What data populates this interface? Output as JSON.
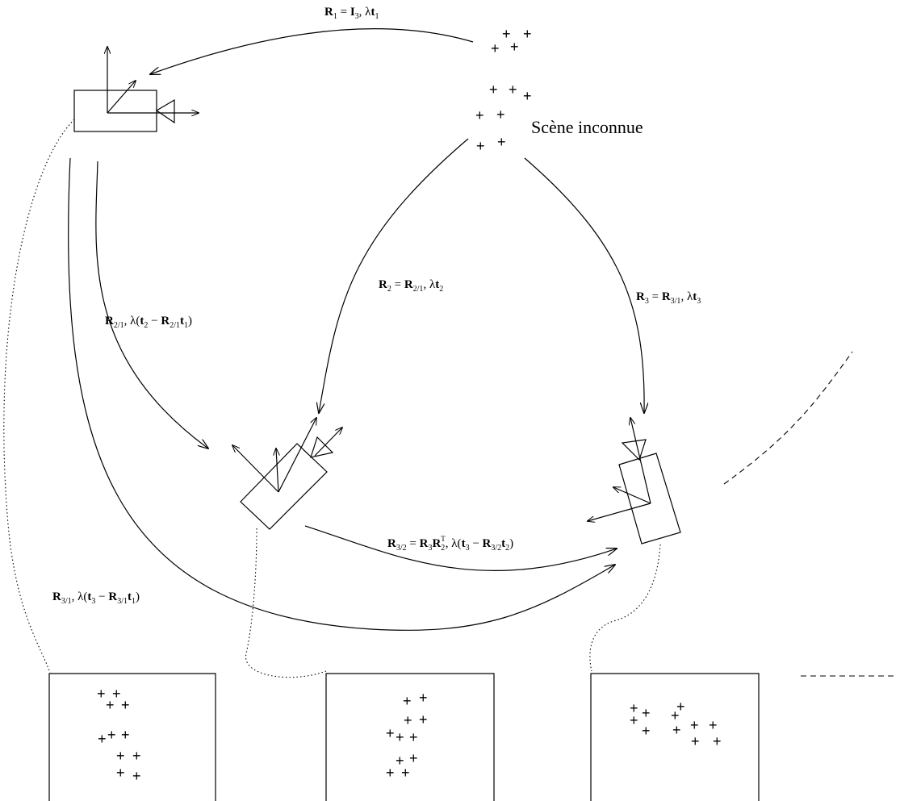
{
  "scene_label": "Scène inconnue",
  "scene_marker": "+",
  "equations": {
    "r1": {
      "bold1": "R",
      "sub1": "1",
      "mid": " = ",
      "bold2": "I",
      "sub2": "3",
      "rest": ", λ",
      "bold3": "t",
      "sub3": "1"
    },
    "r2": {
      "bold1": "R",
      "sub1": "2",
      "mid": " = ",
      "bold2": "R",
      "sub2": "2/1",
      "rest": ", λ",
      "bold3": "t",
      "sub3": "2"
    },
    "r3": {
      "bold1": "R",
      "sub1": "3",
      "mid": " = ",
      "bold2": "R",
      "sub2": "3/1",
      "rest": ", λ",
      "bold3": "t",
      "sub3": "3"
    },
    "r21": {
      "bold1": "R",
      "sub1": "2/1",
      "p1": ", λ(",
      "bold2": "t",
      "sub2": "2",
      "p2": " − ",
      "bold3": "R",
      "sub3": "2/1",
      "bold4": "t",
      "sub4": "1",
      "p3": ")"
    },
    "r31": {
      "bold1": "R",
      "sub1": "3/1",
      "p1": ", λ(",
      "bold2": "t",
      "sub2": "3",
      "p2": " − ",
      "bold3": "R",
      "sub3": "3/1",
      "bold4": "t",
      "sub4": "1",
      "p3": ")"
    },
    "r32": {
      "bold1": "R",
      "sub1": "3/2",
      "mid": " = ",
      "bold2": "R",
      "sub2": "3",
      "bold3": "R",
      "sub3": "2",
      "sup3": "T",
      "p1": ", λ(",
      "bold4": "t",
      "sub4": "3",
      "p2": " − ",
      "bold5": "R",
      "sub5": "3/2",
      "bold6": "t",
      "sub6": "2",
      "p3": ")"
    }
  }
}
